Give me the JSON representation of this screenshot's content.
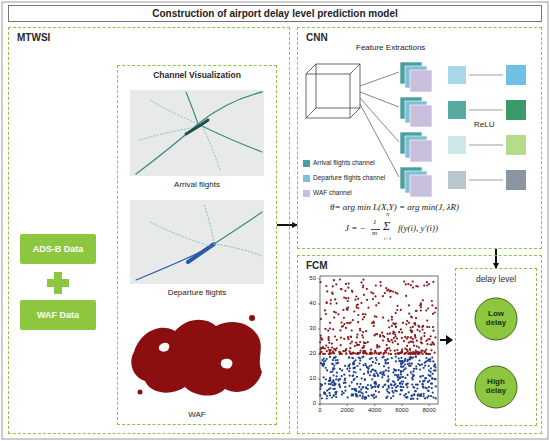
{
  "diagram": {
    "title": "Construction of airport delay level prediction model",
    "nodes": [
      {
        "text": [
          "MTWSI"
        ]
      },
      {
        "text": [
          "ADS-B Data"
        ],
        "in": 0
      },
      {
        "text": [
          "WAF Data"
        ],
        "in": 0
      },
      {
        "text": [
          "Channel Visualization"
        ],
        "in": 0
      },
      {
        "text": [
          "Arrival flights"
        ],
        "in": 3
      },
      {
        "text": [
          "Departure flights"
        ],
        "in": 3
      },
      {
        "text": [
          "WAF"
        ],
        "in": 3
      },
      {
        "text": [
          "CNN"
        ]
      },
      {
        "text": [
          "FCM"
        ]
      },
      {
        "text": [
          "delay level"
        ],
        "in": 8
      },
      {
        "text": [
          "Low delay"
        ],
        "in": 9
      },
      {
        "text": [
          "High delay"
        ],
        "in": 9
      }
    ],
    "edges": [
      {
        "from": 3,
        "to": 7,
        "arrow": "to"
      },
      {
        "from": 7,
        "to": 9,
        "arrow": "to"
      }
    ],
    "labels": [
      "Feature Extractions",
      "ReLU",
      "θ= arg min L(X,Y) = arg min(J, λR)",
      "J = −",
      "1",
      "m",
      "Σ",
      "N",
      "i=1",
      "f(y(i), y'(i))",
      "0",
      "10",
      "20",
      "30",
      "40",
      "50",
      "0",
      "2000",
      "4000",
      "6000",
      "8000"
    ],
    "legend": [
      {
        "text": "Arrival flights channel",
        "color": "#4c9fa0"
      },
      {
        "text": "Departure flights channel",
        "color": "#7fbfd8"
      },
      {
        "text": "WAF channel",
        "color": "#c9bfdc"
      }
    ]
  }
}
